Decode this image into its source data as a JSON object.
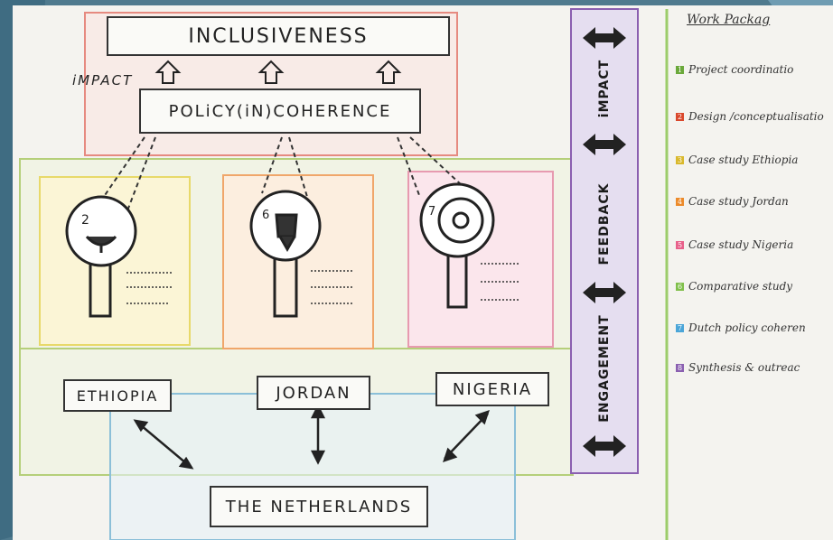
{
  "diagram": {
    "top": {
      "title": "INCLUSIVENESS",
      "impact_label": "iMPACT",
      "policy": "POLiCY(iN)COHERENCE"
    },
    "countries": [
      {
        "name": "ETHIOPIA",
        "number": "2",
        "color": "#e8d96a"
      },
      {
        "name": "JORDAN",
        "number": "6",
        "color": "#f0a66a"
      },
      {
        "name": "NIGERIA",
        "number": "7",
        "color": "#e79ab0"
      }
    ],
    "netherlands": "THE NETHERLANDS",
    "side_bar": {
      "impact": "iMPACT",
      "feedback": "FEEDBACK",
      "engagement": "ENGAGEMENT"
    }
  },
  "work_packages": {
    "title": "Work Packag",
    "items": [
      {
        "num": "1",
        "label": "Project coordinatio",
        "color": "#6aa83a"
      },
      {
        "num": "2",
        "label": "Design /conceptualisatio",
        "color": "#d9472b"
      },
      {
        "num": "3",
        "label": "Case study Ethiopia",
        "color": "#d9b82b"
      },
      {
        "num": "4",
        "label": "Case study Jordan",
        "color": "#ec8a2a"
      },
      {
        "num": "5",
        "label": "Case study Nigeria",
        "color": "#e8608a"
      },
      {
        "num": "6",
        "label": "Comparative study",
        "color": "#7fbf4a"
      },
      {
        "num": "7",
        "label": "Dutch policy coheren",
        "color": "#4aa5d8"
      },
      {
        "num": "8",
        "label": "Synthesis & outreac",
        "color": "#8a5fb0"
      }
    ]
  }
}
